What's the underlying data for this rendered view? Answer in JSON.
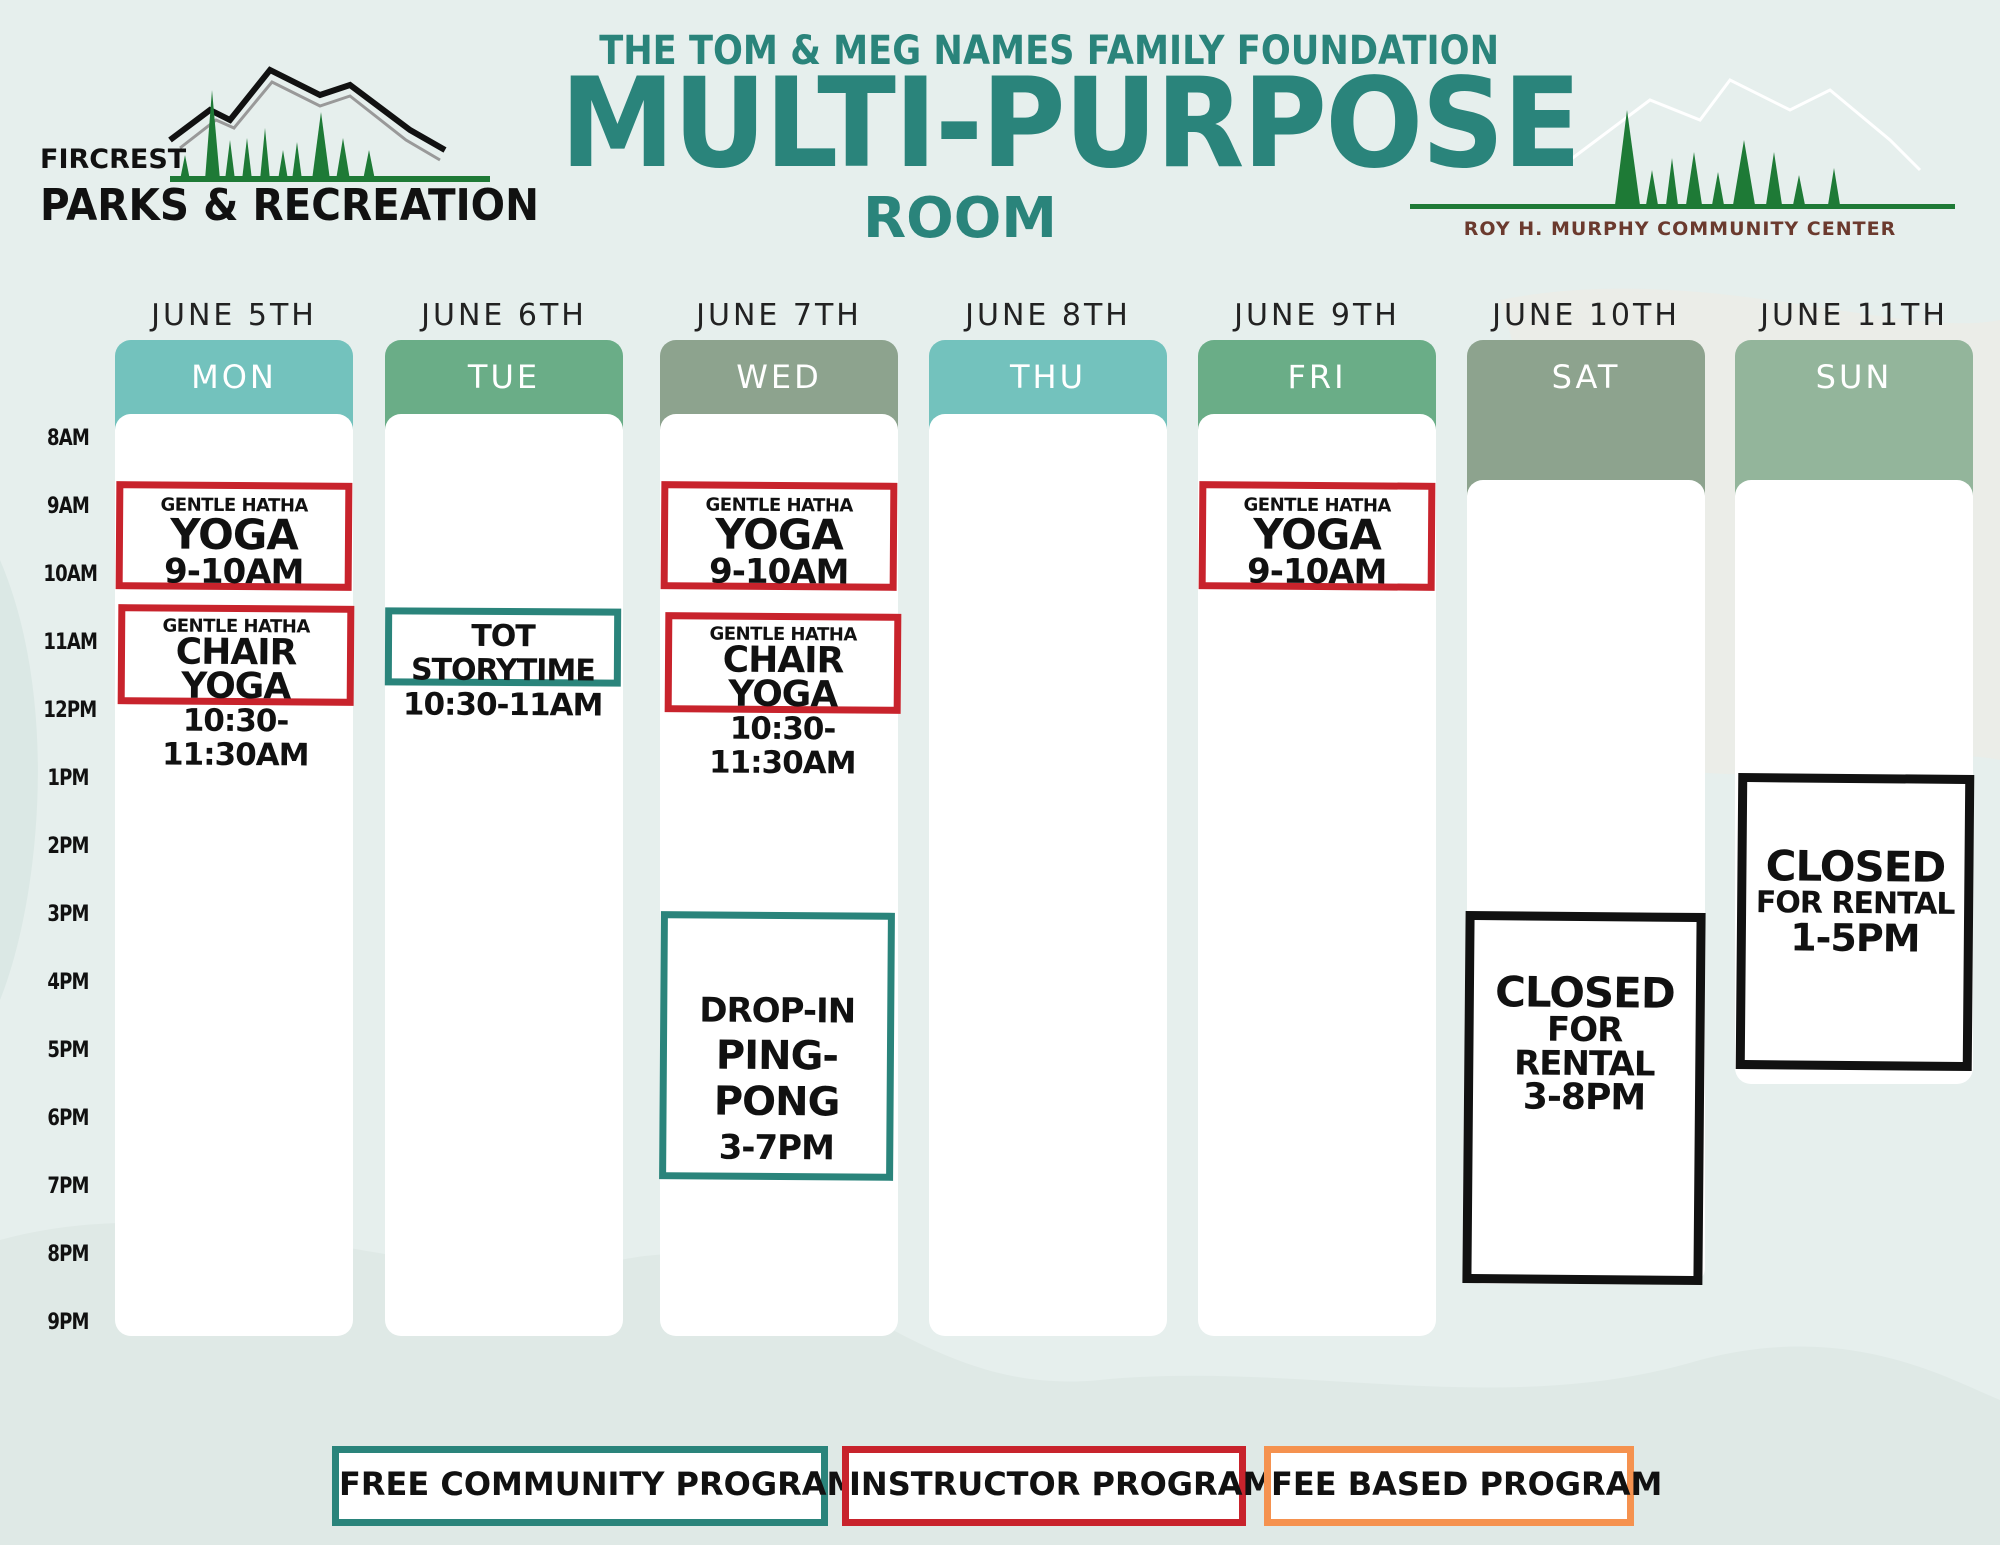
{
  "header": {
    "foundation": "THE TOM & MEG NAMES FAMILY FOUNDATION",
    "title": "MULTI-PURPOSE",
    "subtitle": "ROOM"
  },
  "logos": {
    "left_small": "FIRCREST",
    "left_big": "PARKS & RECREATION",
    "right_text": "ROY H. MURPHY COMMUNITY CENTER"
  },
  "colors": {
    "teal": "#2a847b",
    "instructor_red": "#c8232c",
    "fee_orange": "#f5924f",
    "tree_green": "#1e7a36"
  },
  "days": [
    {
      "date": "JUNE 5TH",
      "day": "MON",
      "color": "#73c2bd"
    },
    {
      "date": "JUNE 6TH",
      "day": "TUE",
      "color": "#6aad87"
    },
    {
      "date": "JUNE 7TH",
      "day": "WED",
      "color": "#8da38e"
    },
    {
      "date": "JUNE 8TH",
      "day": "THU",
      "color": "#73c2bd"
    },
    {
      "date": "JUNE 9TH",
      "day": "FRI",
      "color": "#6aad87"
    },
    {
      "date": "JUNE 10TH",
      "day": "SAT",
      "color": "#8da38e"
    },
    {
      "date": "JUNE 11TH",
      "day": "SUN",
      "color": "#93b59b"
    }
  ],
  "times": [
    "8AM",
    "9AM",
    "10AM",
    "11AM",
    "12PM",
    "1PM",
    "2PM",
    "3PM",
    "4PM",
    "5PM",
    "6PM",
    "7PM",
    "8PM",
    "9PM"
  ],
  "events": {
    "mon_yoga": {
      "small": "GENTLE HATHA",
      "big": "YOGA",
      "time": "9-10AM"
    },
    "mon_chair": {
      "small": "GENTLE HATHA",
      "big": "CHAIR YOGA",
      "time": "10:30-11:30AM"
    },
    "tue_story": {
      "big": "TOT STORYTIME",
      "time": "10:30-11AM"
    },
    "wed_yoga": {
      "small": "GENTLE HATHA",
      "big": "YOGA",
      "time": "9-10AM"
    },
    "wed_chair": {
      "small": "GENTLE HATHA",
      "big": "CHAIR YOGA",
      "time": "10:30-11:30AM"
    },
    "wed_pong": {
      "line1": "DROP-IN",
      "line2": "PING-PONG",
      "time": "3-7PM"
    },
    "fri_yoga": {
      "small": "GENTLE HATHA",
      "big": "YOGA",
      "time": "9-10AM"
    },
    "sat_closed": {
      "big": "CLOSED",
      "mid": "FOR RENTAL",
      "time": "3-8PM"
    },
    "sun_closed": {
      "big": "CLOSED",
      "mid": "FOR RENTAL",
      "time": "1-5PM"
    }
  },
  "legend": {
    "free": "FREE COMMUNITY PROGRAM",
    "instructor": "INSTRUCTOR PROGRAM",
    "fee": "FEE BASED PROGRAM"
  }
}
